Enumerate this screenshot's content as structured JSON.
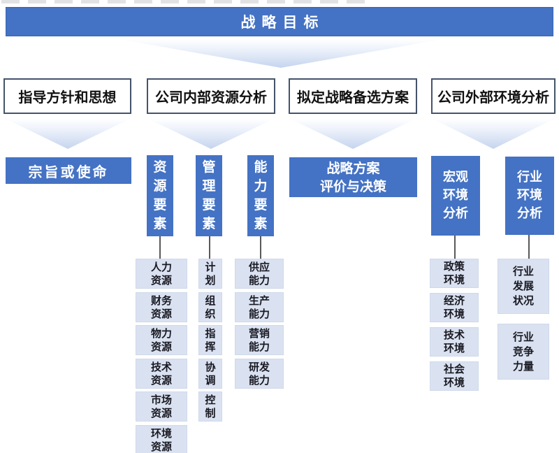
{
  "diagram": {
    "title": "战略目标",
    "top_row": [
      {
        "label": "指导方针和思想"
      },
      {
        "label": "公司内部资源分析"
      },
      {
        "label": "拟定战略备选方案"
      },
      {
        "label": "公司外部环境分析"
      }
    ],
    "mission": "宗旨或使命",
    "evaluation": "战略方案\n评价与决策",
    "columns": [
      {
        "header": "资\n源\n要\n素",
        "items": [
          "人力\n资源",
          "财务\n资源",
          "物力\n资源",
          "技术\n资源",
          "市场\n资源",
          "环境\n资源"
        ]
      },
      {
        "header": "管\n理\n要\n素",
        "items": [
          "计\n划",
          "组\n织",
          "指\n挥",
          "协\n调",
          "控\n制"
        ]
      },
      {
        "header": "能\n力\n要\n素",
        "items": [
          "供应\n能力",
          "生产\n能力",
          "营销\n能力",
          "研发\n能力"
        ]
      },
      {
        "header": "宏观\n环境\n分析",
        "items": [
          "政策\n环境",
          "经济\n环境",
          "技术\n环境",
          "社会\n环境"
        ]
      },
      {
        "header": "行业\n环境\n分析",
        "items": [
          "行业\n发展\n状况",
          "行业\n竞争\n力量"
        ]
      }
    ],
    "colors": {
      "primary_blue": "#4472C4",
      "light_box": "#DAE2F1",
      "outline_border": "#44546A",
      "connector_gray": "#595959"
    }
  }
}
